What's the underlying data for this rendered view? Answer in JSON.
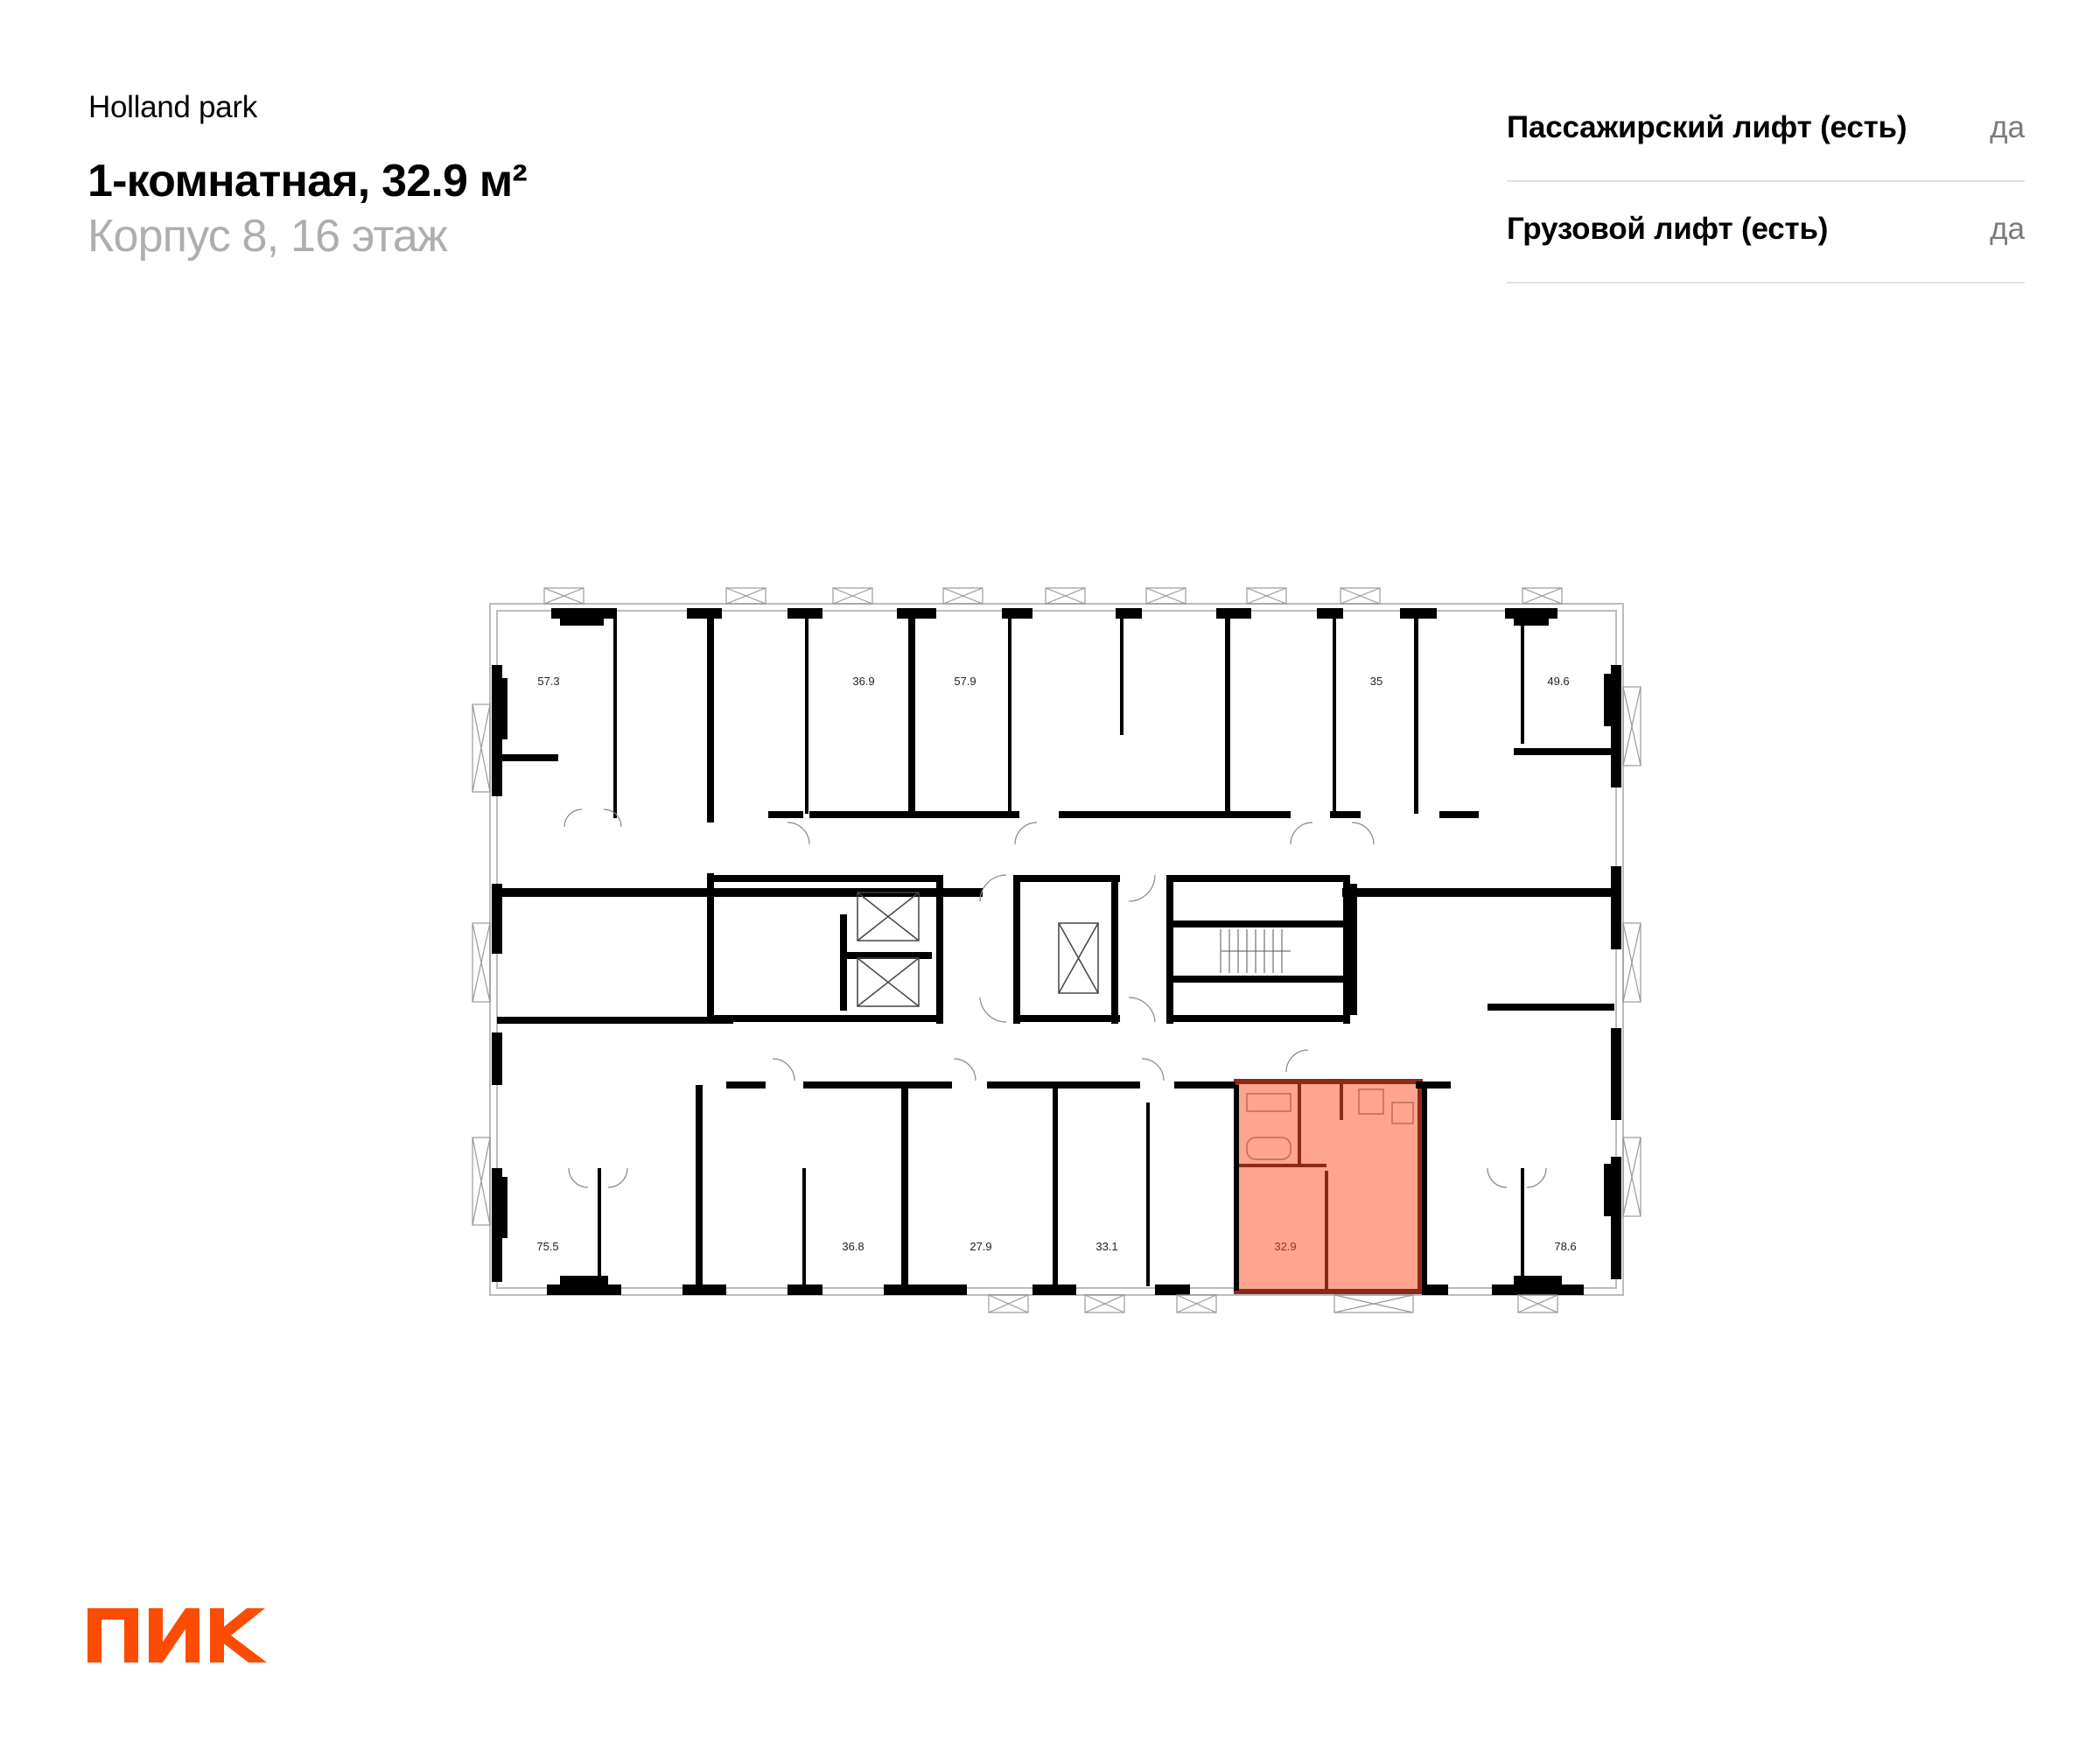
{
  "header": {
    "project_name": "Holland park",
    "apartment_title": "1-комнатная, 32.9 м²",
    "building_floor": "Корпус 8, 16 этаж"
  },
  "properties": [
    {
      "label": "Пассажирский лифт (есть)",
      "value": "да"
    },
    {
      "label": "Грузовой лифт (есть)",
      "value": "да"
    }
  ],
  "floor_plan": {
    "selected_unit": "32.9",
    "highlight_fill": "#ffa48e",
    "highlight_wall": "#8b2a16",
    "units_top": [
      "57.3",
      "36.9",
      "57.9",
      "35",
      "49.6"
    ],
    "units_bottom": [
      "75.5",
      "36.8",
      "27.9",
      "33.1",
      "32.9",
      "78.6"
    ]
  },
  "brand": {
    "logo_text": "ПИК",
    "logo_color": "#fc4c02"
  }
}
